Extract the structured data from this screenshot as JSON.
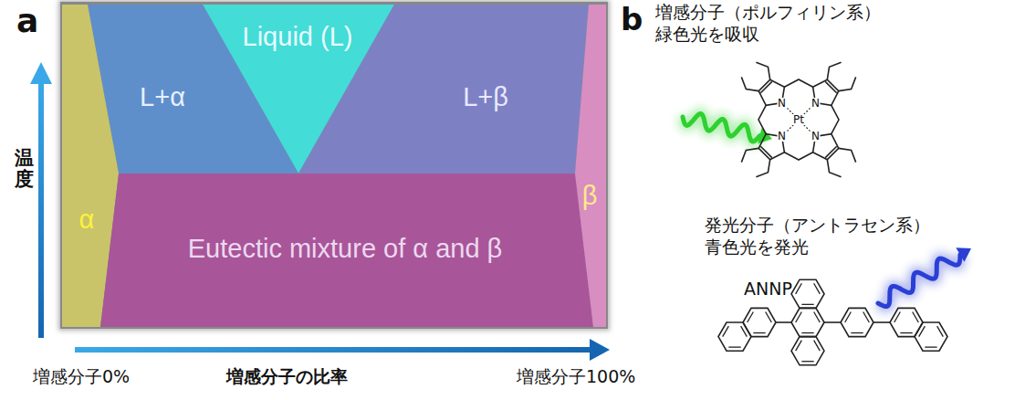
{
  "diagram": {
    "nodes": [
      {
        "text": [
          "Liquid (L)"
        ]
      },
      {
        "text": [
          "L+α"
        ]
      },
      {
        "text": [
          "L+β"
        ]
      },
      {
        "text": [
          "α"
        ]
      },
      {
        "text": [
          "Eutectic mixture of α and β"
        ]
      },
      {
        "text": [
          "β"
        ]
      }
    ],
    "labels": [
      "a",
      "温度",
      "増感分子0%",
      "増感分子の比率",
      "増感分子100%",
      "b",
      "増感分子（ポルフィリン系）",
      "緑色光を吸収",
      "N",
      "N",
      "N",
      "N",
      "Pt",
      "発光分子（アントラセン系）",
      "青色光を発光",
      "ANNP"
    ]
  }
}
